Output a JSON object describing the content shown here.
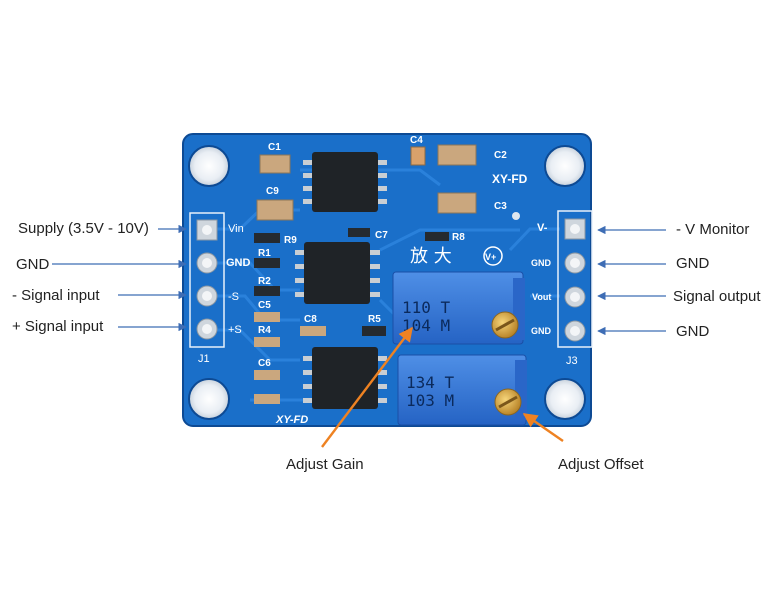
{
  "board": {
    "name": "XY-FD",
    "silkscreen": {
      "connector_j1": "J1",
      "connector_j3": "J3",
      "cn_text": "放 大",
      "vplus": "V+",
      "pin_vin": "Vin",
      "pin_gnd": "GND",
      "pin_minus_s": "-S",
      "pin_plus_s": "+S",
      "pin_vminus": "V-",
      "pin_gnd_right_1": "GND",
      "pin_vout": "Vout",
      "pin_gnd_right_2": "GND",
      "c1": "C1",
      "c2": "C2",
      "c3": "C3",
      "c4": "C4",
      "c5": "C5",
      "c6": "C6",
      "c7": "C7",
      "c8": "C8",
      "c9": "C9",
      "r1": "R1",
      "r2": "R2",
      "r4": "R4",
      "r5": "R5",
      "r8": "R8",
      "r9": "R9"
    },
    "pot_gain": {
      "line1": "110  T",
      "line2": "104  M"
    },
    "pot_offset": {
      "line1": "134  T",
      "line2": "103  M"
    },
    "colors": {
      "pcb": "#1a6fc9",
      "pcb_dark": "#0d4a94",
      "trimpot": "#2f74d6",
      "brass": "#d7a53a",
      "arrow_blue": "#3e6db5",
      "arrow_orange": "#ee8222"
    }
  },
  "labels": {
    "supply": "Supply (3.5V - 10V)",
    "gnd_left": "GND",
    "minus_signal": "- Signal input",
    "plus_signal": "+ Signal input",
    "v_monitor": "- V Monitor",
    "gnd_right_1": "GND",
    "signal_output": "Signal output",
    "gnd_right_2": "GND",
    "adjust_gain": "Adjust Gain",
    "adjust_offset": "Adjust Offset"
  }
}
